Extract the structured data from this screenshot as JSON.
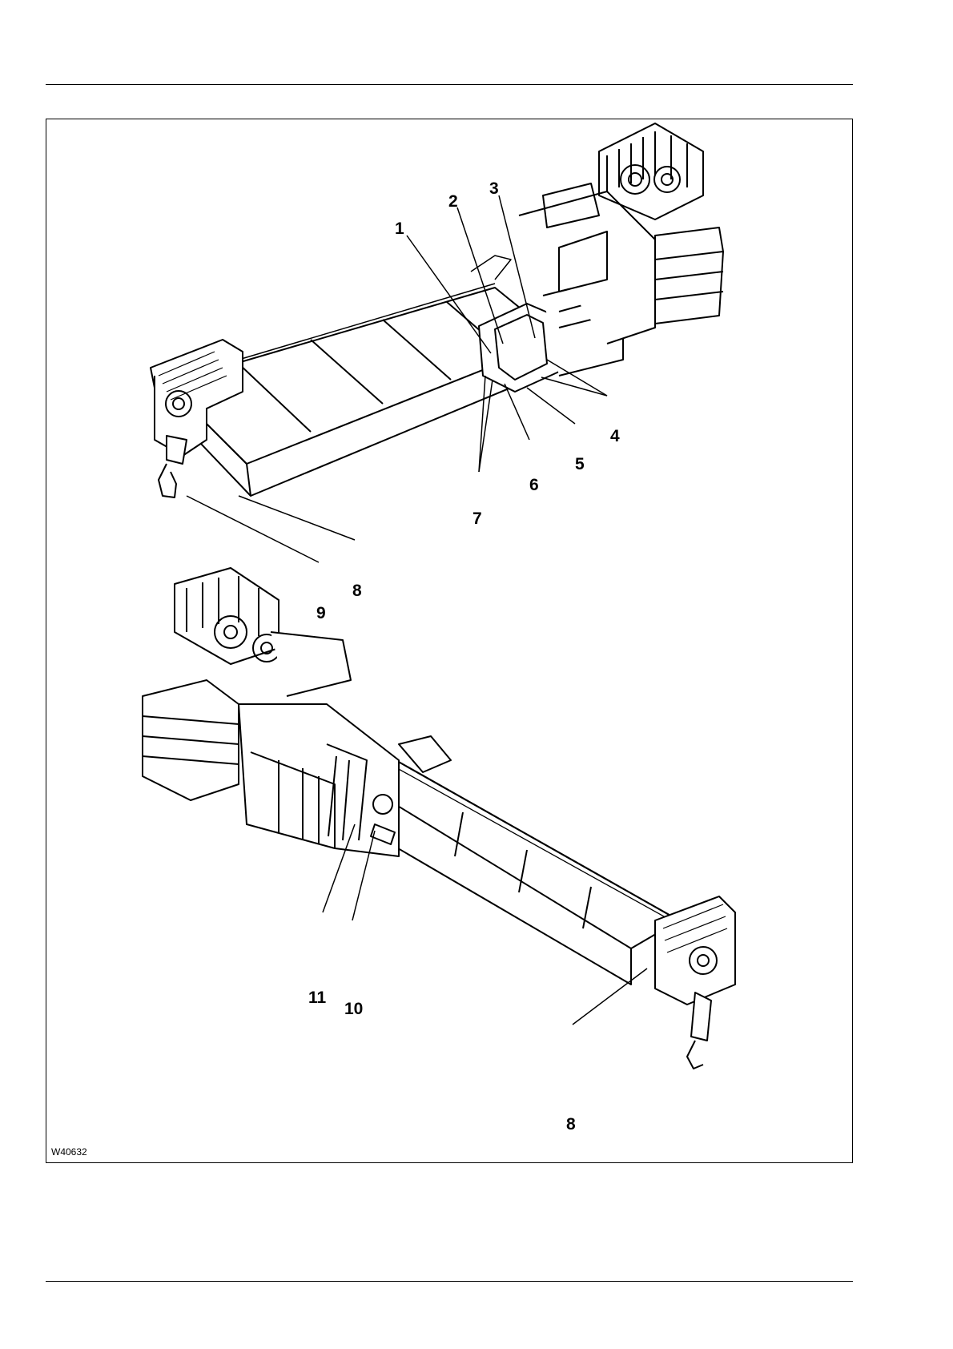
{
  "figure": {
    "id": "W40632",
    "callouts": [
      "1",
      "2",
      "3",
      "4",
      "5",
      "6",
      "7",
      "8",
      "9",
      "8",
      "11",
      "10"
    ]
  }
}
